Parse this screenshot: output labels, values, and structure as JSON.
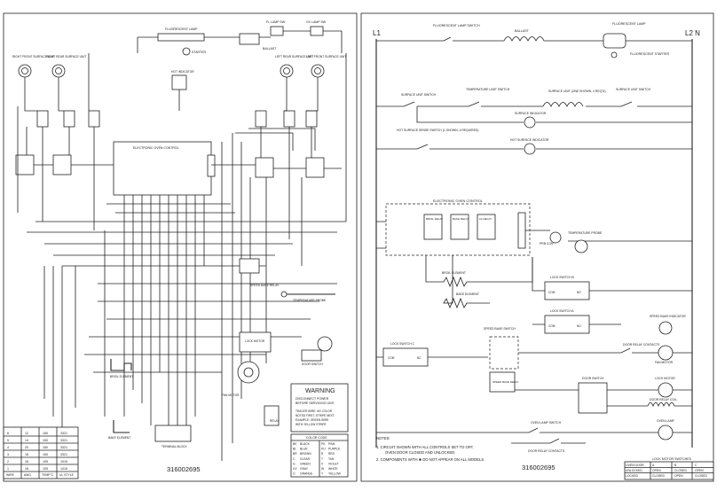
{
  "left": {
    "labels": {
      "fluorescent_lamp": "FLUORESCENT LAMP",
      "ballast": "BALLAST",
      "starter": "STARTER",
      "fl_lamp_sw": "FL LAMP SW",
      "ov_lamp_sw": "OV LAMP SW",
      "right_front": "RIGHT FRONT SURFACE UNIT",
      "right_rear": "RIGHT REAR SURFACE UNIT",
      "left_rear": "LEFT REAR SURFACE UNIT",
      "left_front": "LEFT FRONT SURFACE UNIT",
      "hot_indicator": "HOT INDICATOR",
      "electronic_oven_control": "ELECTRONIC OVEN CONTROL",
      "speed_bake_relay": "SPEED BAKE RELAY",
      "temperature_probe": "TEMPERATURE PROBE",
      "lock_motor": "LOCK MOTOR",
      "door_switch": "DOOR SWITCH",
      "broil_element": "BROIL ELEMENT",
      "fan_motor": "FAN MOTOR",
      "bake_element": "BAKE ELEMENT",
      "terminal_block": "TERMINAL BLOCK",
      "relay": "RELAY"
    },
    "warning": {
      "title": "WARNING",
      "line1": "DISCONNECT POWER",
      "line2": "BEFORE SERVICING UNIT",
      "line3": "TRACER WIRE: NO COLOR",
      "line4": "NOTED FIRST, STRIPE NEXT.",
      "line5": "EXAMPLE: GREEN WIRE",
      "line6": "WITH YELLOW STRIPE"
    },
    "color_code": {
      "title": "COLOR CODE",
      "rows": [
        [
          "BK",
          "BLACK",
          "PK",
          "PINK"
        ],
        [
          "BL",
          "BLUE",
          "PU",
          "PURPLE"
        ],
        [
          "BR",
          "BROWN",
          "R",
          "RED"
        ],
        [
          "C",
          "CLEAR",
          "T",
          "TAN"
        ],
        [
          "G",
          "GREEN",
          "V",
          "VIOLET"
        ],
        [
          "GY",
          "GRAY",
          "W",
          "WHITE"
        ],
        [
          "O",
          "ORANGE",
          "Y",
          "YELLOW"
        ]
      ]
    },
    "wire_table": {
      "header": [
        "WIRE",
        "AWG",
        "TEMP°C",
        "UL STYLE"
      ],
      "rows": [
        [
          "6",
          "12",
          "150",
          "3321"
        ],
        [
          "5",
          "14",
          "150",
          "3321"
        ],
        [
          "4",
          "20",
          "150",
          "3321"
        ],
        [
          "3",
          "18",
          "150",
          "3321"
        ],
        [
          "2",
          "16",
          "105",
          "1015"
        ],
        [
          "1",
          "18",
          "105",
          "1015"
        ]
      ]
    },
    "part_number": "316002695"
  },
  "right": {
    "labels": {
      "l1": "L1",
      "l2n": "L2 N",
      "fluorescent_lamp_switch": "FLUORESCENT LAMP SWITCH",
      "ballast": "BALLAST",
      "fluorescent_lamp": "FLUORESCENT LAMP",
      "fluorescent_starter": "FLUORESCENT STARTER",
      "surface_unit_switch_1": "SURFACE UNIT SWITCH",
      "temperature_limit_switch": "TEMPERATURE LIMIT SWITCH",
      "surface_unit": "SURFACE UNIT (ONE SHOWN, 4 REQ'D)",
      "surface_unit_switch_2": "SURFACE UNIT SWITCH",
      "surface_indicator": "SURFACE INDICATOR",
      "hot_surface_sense_switch": "HOT SURFACE SENSE SWITCH (1 SHOWN, 4 REQUIRED)",
      "hot_surface_indicator": "HOT SURFACE INDICATOR",
      "electronic_oven_control": "ELECTRONIC OVEN CONTROL",
      "broil_relay": "BROIL RELAY",
      "bake_relay": "BAKE RELAY",
      "lk_relay": "LK RELAY",
      "prb_con": "PRB CON",
      "temperature_probe": "TEMPERATURE PROBE",
      "broil_element": "BROIL ELEMENT",
      "bake_element": "BAKE ELEMENT",
      "lock_switch_b": "LOCK SWITCH B",
      "lock_switch_a": "LOCK SWITCH A",
      "lock_switch_c": "LOCK SWITCH C",
      "com": "COM",
      "nc": "NC",
      "no": "NO",
      "speed_bake_switch": "SPEED BAKE SWITCH",
      "speed_bake_relay": "SPEED BAKE RELAY",
      "speed_bake_indicator": "SPEED BAKE INDICATOR",
      "door_relay_contacts": "DOOR RELAY CONTACTS",
      "fan_motor": "FAN MOTOR",
      "door_switch": "DOOR SWITCH",
      "lock_motor": "LOCK MOTOR",
      "door_relay_coil": "DOOR RELAY COIL",
      "oven_lamp": "OVEN LAMP",
      "oven_lamp_switch": "OVEN LAMP SWITCH",
      "door_relay_contacts_2": "DOOR RELAY CONTACTS"
    },
    "notes": {
      "title": "NOTES:",
      "n1a": "1.  CIRCUIT SHOWN WITH ALL CONTROLS SET TO OFF,",
      "n1b": "OVEN DOOR CLOSED AND UNLOCKED.",
      "n2": "2.  COMPONENTS WITH ✱ DO NOT APPEAR ON ALL MODELS."
    },
    "lock_table": {
      "title": "LOCK MOTOR SWITCHES",
      "header": [
        "OVEN DOOR",
        "A",
        "B",
        "C"
      ],
      "rows": [
        [
          "UNLOCKED",
          "OPEN",
          "CLOSED",
          "OPEN"
        ],
        [
          "LOCKED",
          "CLOSED",
          "OPEN",
          "CLOSED"
        ]
      ]
    },
    "part_number": "316002695"
  }
}
